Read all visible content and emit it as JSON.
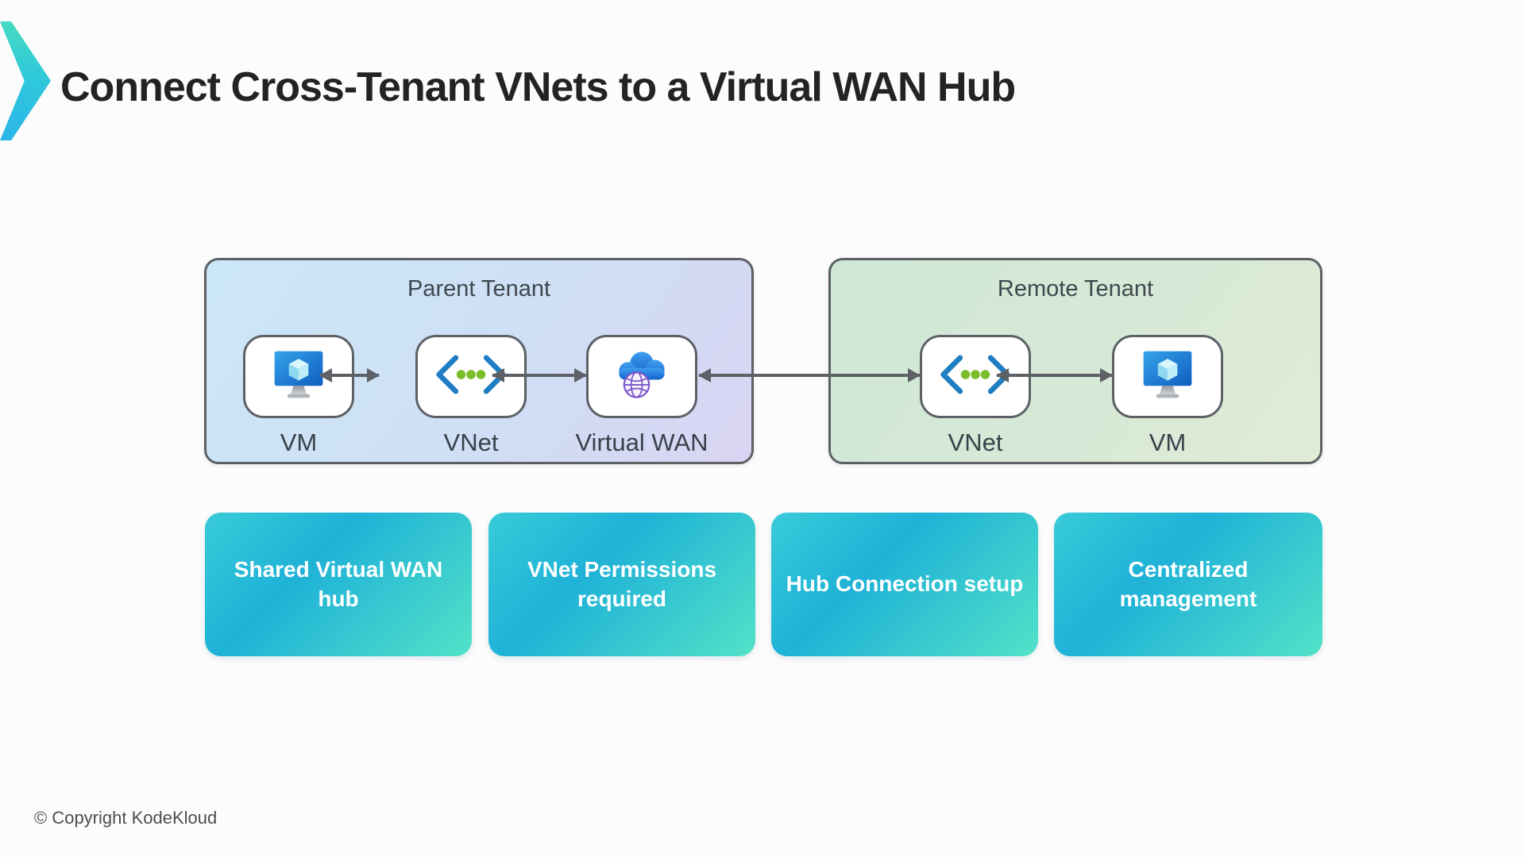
{
  "slide": {
    "title": "Connect Cross-Tenant VNets to a Virtual WAN Hub",
    "copyright": "© Copyright KodeKloud"
  },
  "brand": {
    "logo_icon": "kodekloud-chevron-icon",
    "logo_gradient_from": "#47dcc0",
    "logo_gradient_to": "#2cb5ea"
  },
  "diagram": {
    "groups": [
      {
        "label": "Parent Tenant",
        "background_from": "#cbe7f8",
        "background_to": "#d9d4f3",
        "nodes": [
          {
            "icon": "azure-vm",
            "label": "VM"
          },
          {
            "icon": "azure-vnet",
            "label": "VNet"
          },
          {
            "icon": "azure-virtual-wan",
            "label": "Virtual WAN"
          }
        ]
      },
      {
        "label": "Remote Tenant",
        "background_from": "#cfe8d6",
        "background_to": "#e1ecd7",
        "nodes": [
          {
            "icon": "azure-vnet",
            "label": "VNet"
          },
          {
            "icon": "azure-vm",
            "label": "VM"
          }
        ]
      }
    ],
    "connections": [
      {
        "from": "VM (Parent Tenant)",
        "to": "VNet (Parent Tenant)",
        "bidirectional": true
      },
      {
        "from": "VNet (Parent Tenant)",
        "to": "Virtual WAN (Parent Tenant)",
        "bidirectional": true
      },
      {
        "from": "Virtual WAN (Parent Tenant)",
        "to": "VNet (Remote Tenant)",
        "bidirectional": true
      },
      {
        "from": "VNet (Remote Tenant)",
        "to": "VM (Remote Tenant)",
        "bidirectional": true
      }
    ]
  },
  "feature_cards": [
    {
      "label": "Shared Virtual WAN hub"
    },
    {
      "label": "VNet Permissions required"
    },
    {
      "label": "Hub Connection setup"
    },
    {
      "label": "Centralized management"
    }
  ],
  "colors": {
    "outline_gray": "#5d6166",
    "arrow_gray": "#5d6166",
    "card_gradient_from": "#38cbd9",
    "card_gradient_mid": "#1fb2d7",
    "card_gradient_to": "#52e2c8",
    "title_text": "#232323",
    "label_text": "#39424a"
  }
}
